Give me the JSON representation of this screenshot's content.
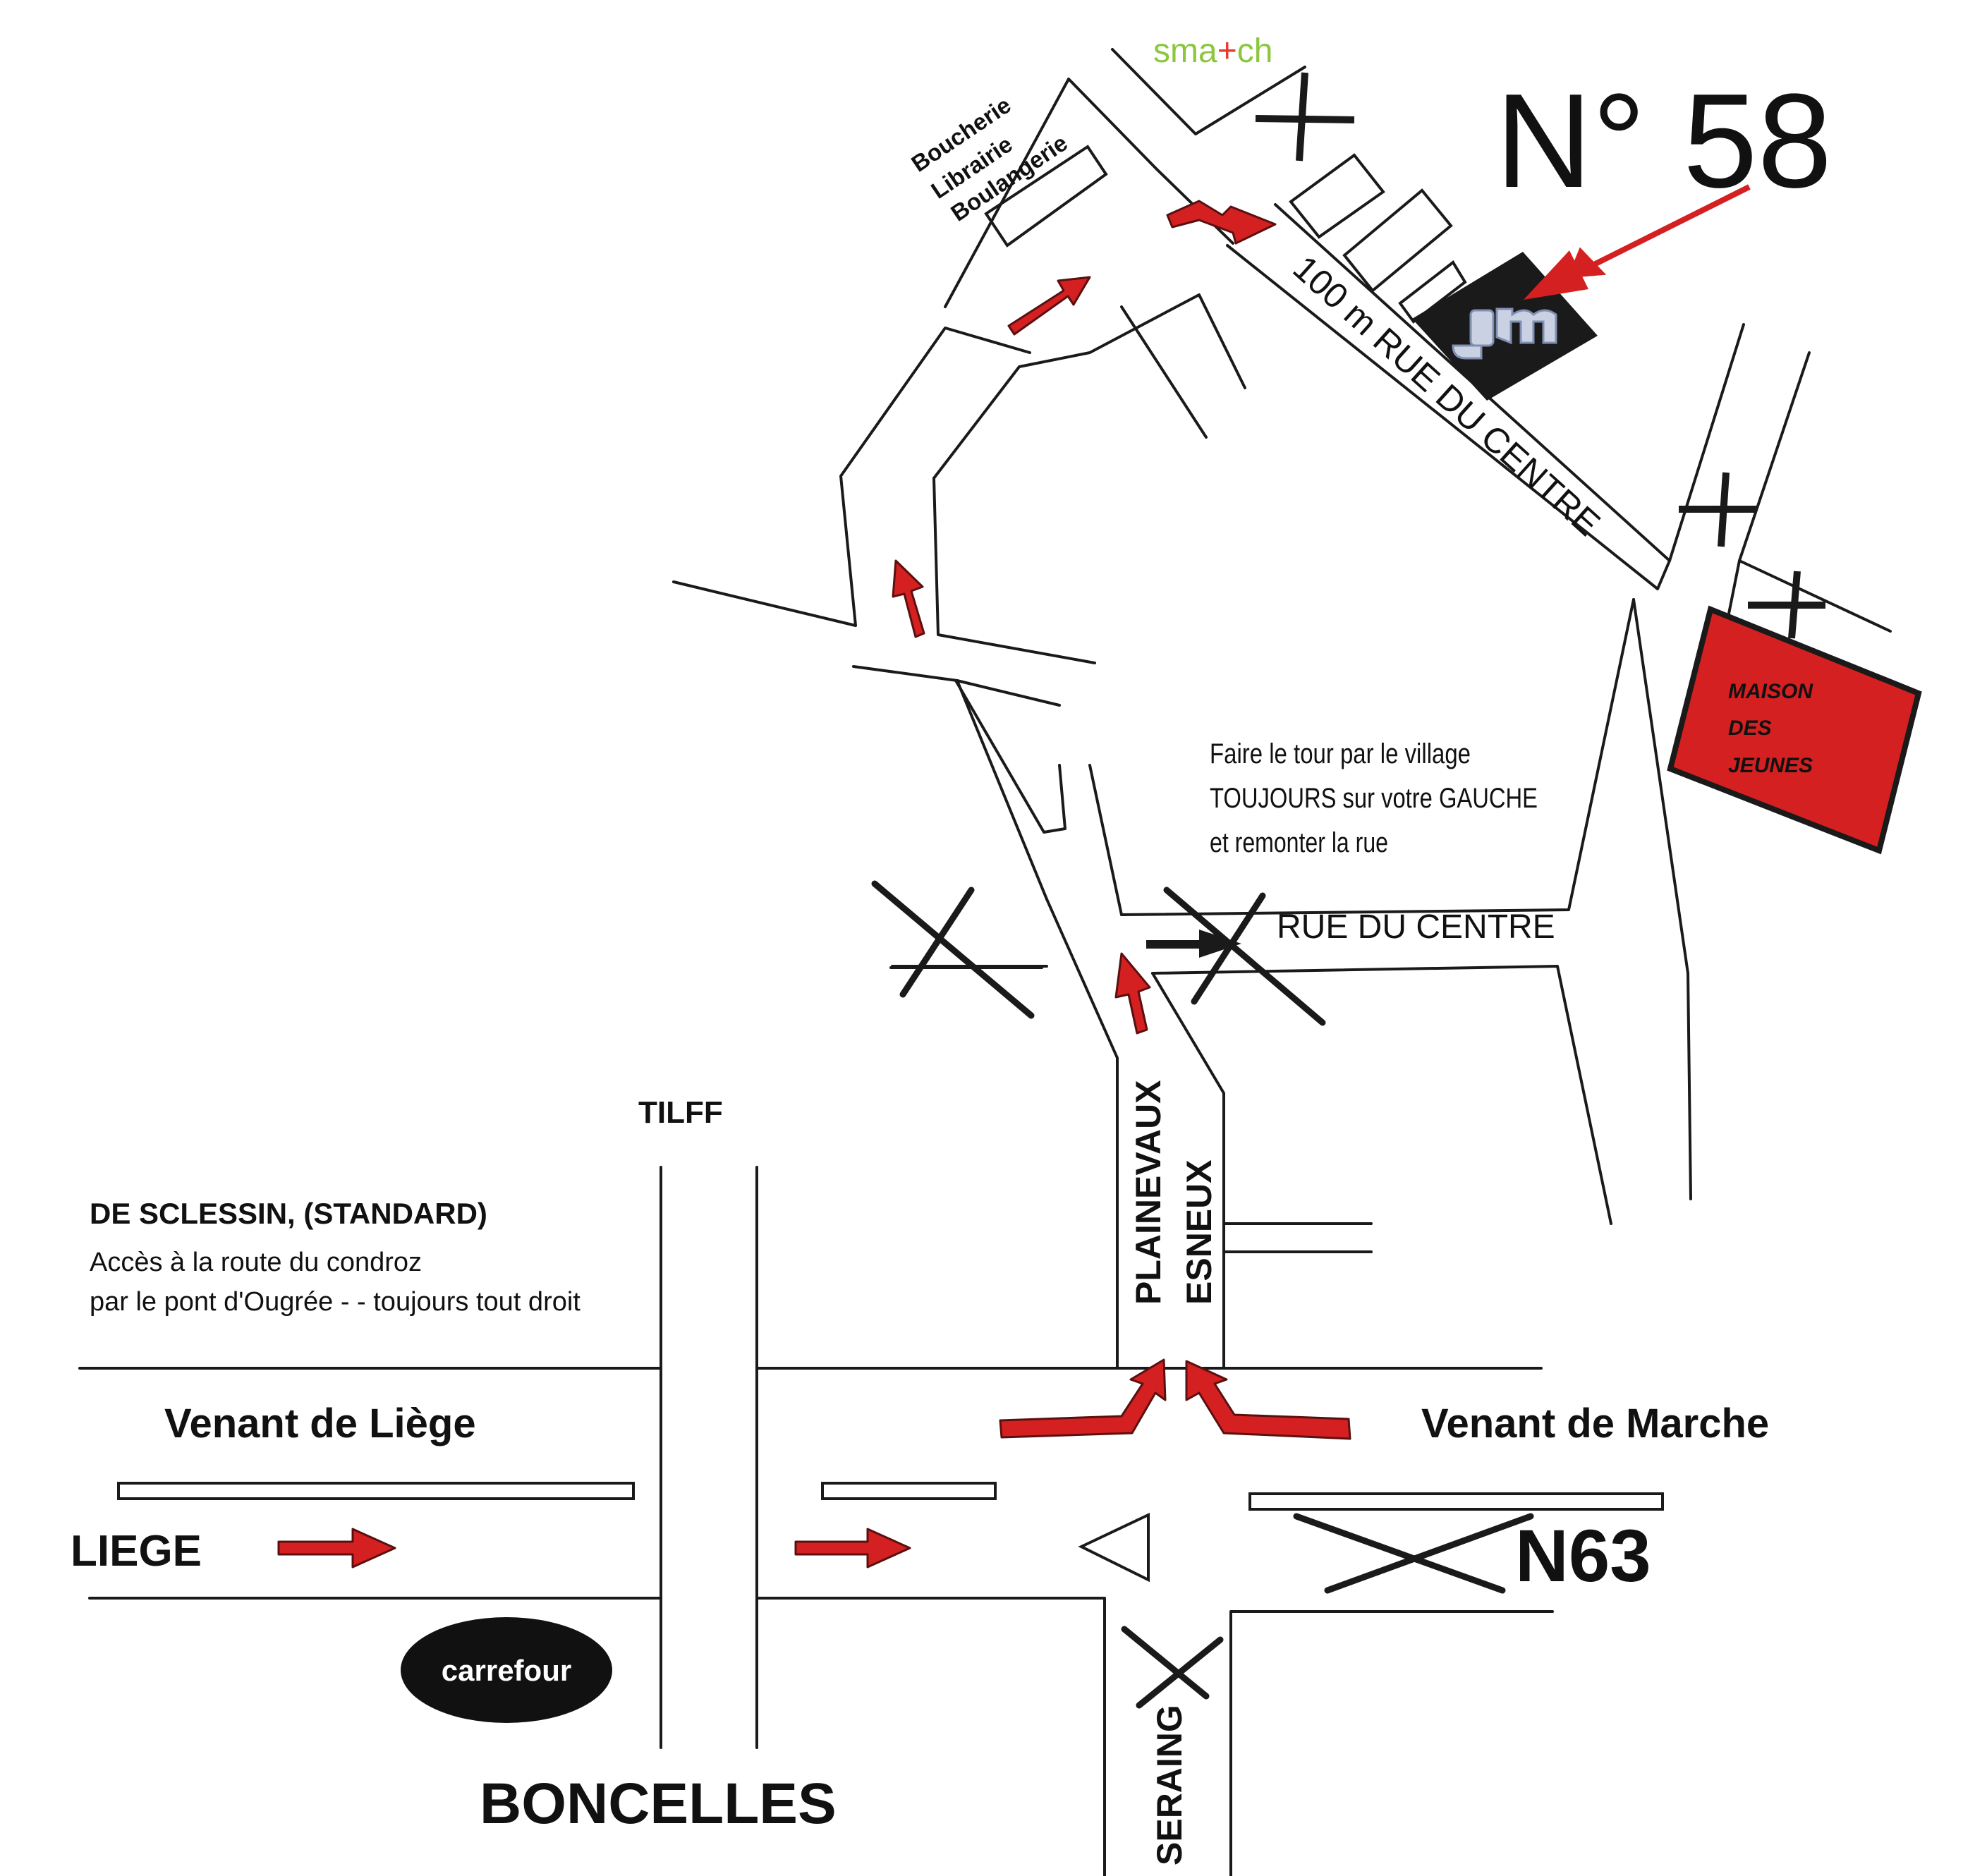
{
  "colors": {
    "road_line": "#1a1a1a",
    "arrow_red": "#d42020",
    "maison_fill": "#d42020",
    "match_green": "#8cc63f",
    "match_plus": "#e63b2e",
    "building_dark": "#1a1a1a",
    "carrefour_fill": "#111111",
    "carrefour_text": "#ffffff"
  },
  "labels": {
    "address_number": "N° 58",
    "match_left": "sma",
    "match_plus": "+",
    "match_right": "ch",
    "shop_1": "Boucherie",
    "shop_2": "Librairie",
    "shop_3": "Boulangerie",
    "rue_du_centre_diagonal": "100 m  RUE DU CENTRE",
    "maison_1": "MAISON",
    "maison_2": "DES",
    "maison_3": "JEUNES",
    "note_1": "Faire le tour par le village",
    "note_2": "TOUJOURS sur votre GAUCHE",
    "note_3": "et remonter la rue",
    "rue_du_centre": "RUE DU CENTRE",
    "tilff": "TILFF",
    "sclessin_title": "DE SCLESSIN, (STANDARD)",
    "sclessin_line_1": "Accès à la route du condroz",
    "sclessin_line_2": "par le pont d'Ougrée - -  toujours tout droit",
    "plainevaux": "PLAINEVAUX",
    "esneux": "ESNEUX",
    "venant_liege": "Venant de Liège",
    "venant_marche": "Venant de Marche",
    "liege": "LIEGE",
    "n63": "N63",
    "carrefour": "carrefour",
    "boncelles": "BONCELLES",
    "seraing": "SERAING"
  },
  "icons": [
    "jm-logo-icon",
    "church-cross-icon",
    "no-entry-cross-icon",
    "direction-arrow-icon",
    "roundabout-triangle-icon"
  ]
}
